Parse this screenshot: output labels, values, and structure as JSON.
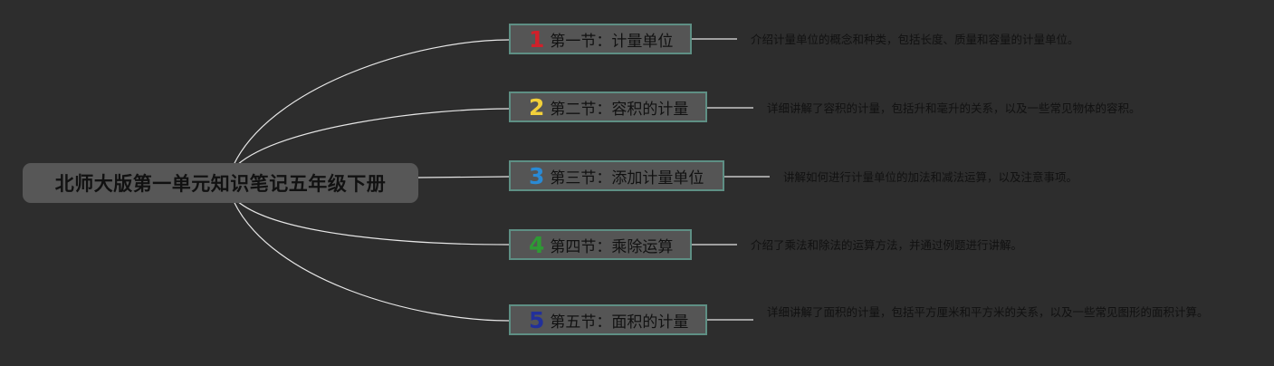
{
  "root": {
    "title": "北师大版第一单元知识笔记五年级下册"
  },
  "branches": [
    {
      "number": "1",
      "number_color": "#d0202a",
      "title": "第一节：计量单位",
      "description": "介绍计量单位的概念和种类，包括长度、质量和容量的计量单位。"
    },
    {
      "number": "2",
      "number_color": "#f2d03a",
      "title": "第二节：容积的计量",
      "description": "详细讲解了容积的计量，包括升和毫升的关系，以及一些常见物体的容积。"
    },
    {
      "number": "3",
      "number_color": "#2a8ad4",
      "title": "第三节：添加计量单位",
      "description": "讲解如何进行计量单位的加法和减法运算，以及注意事项。"
    },
    {
      "number": "4",
      "number_color": "#2e9a34",
      "title": "第四节：乘除运算",
      "description": "介绍了乘法和除法的运算方法，并通过例题进行讲解。"
    },
    {
      "number": "5",
      "number_color": "#22309a",
      "title": "第五节：面积的计量",
      "description": "详细讲解了面积的计量，包括平方厘米和平方米的关系，以及一些常见图形的面积计算。"
    }
  ],
  "colors": {
    "background": "#2d2d2d",
    "root_fill": "#575757",
    "branch_fill": "#555555",
    "branch_border": "#5e8f84",
    "connector": "#e6e6e6",
    "text": "#111111"
  }
}
